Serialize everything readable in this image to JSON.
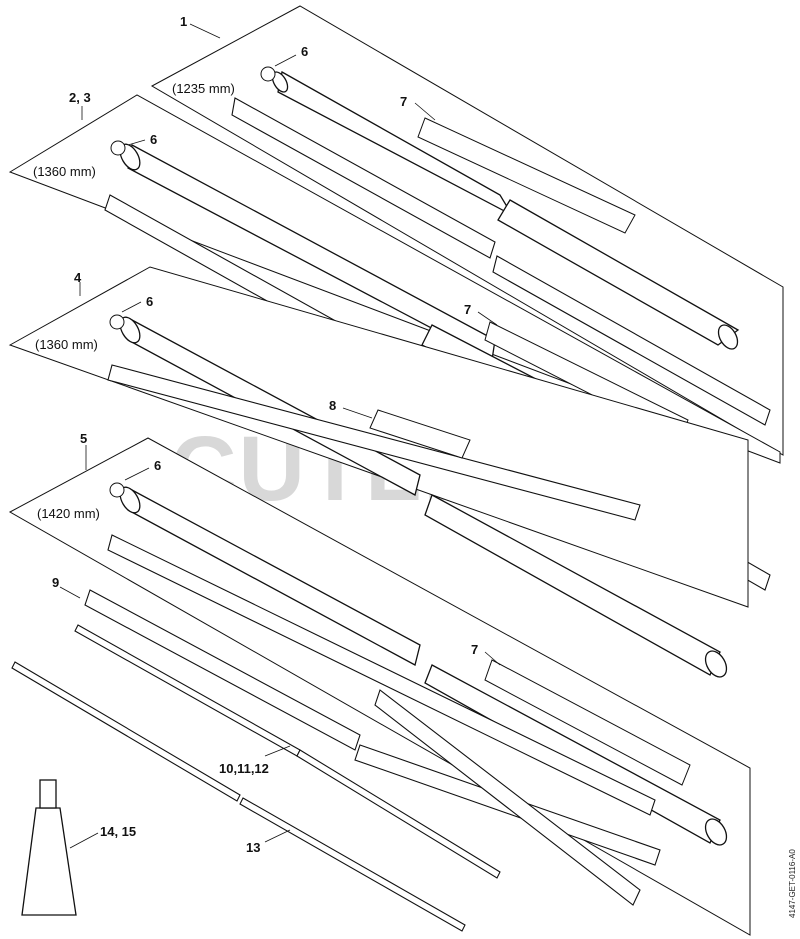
{
  "callouts": {
    "c1": "1",
    "c23": "2, 3",
    "c4": "4",
    "c5": "5",
    "c6a": "6",
    "c6b": "6",
    "c6c": "6",
    "c6d": "6",
    "c7a": "7",
    "c7b": "7",
    "c7c": "7",
    "c8": "8",
    "c9": "9",
    "c101112": "10,11,12",
    "c13": "13",
    "c1415": "14, 15"
  },
  "dimensions": {
    "d1": "(1235 mm)",
    "d2": "(1360 mm)",
    "d3": "(1360 mm)",
    "d4": "(1420 mm)"
  },
  "reference_code": "4147-GET-0116-A0",
  "watermark": "CUTLER'S",
  "colors": {
    "ink": "#111111",
    "watermark": "#d8d8d8",
    "background": "#ffffff"
  }
}
